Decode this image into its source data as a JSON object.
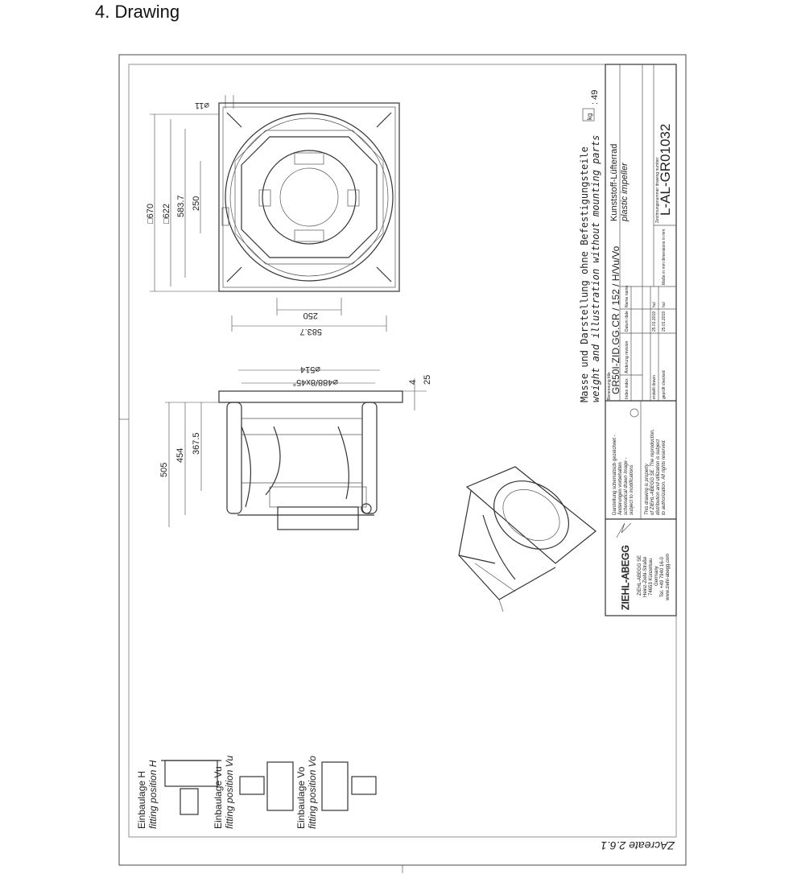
{
  "section_heading": "4. Drawing",
  "drawing": {
    "dimensions_top_view": {
      "side_outer": "□670",
      "side_inner": "□622",
      "hole_pitch": "583.7",
      "center": "250",
      "hole": "⌀11",
      "bottom_center": "250",
      "bottom_pitch": "583.7"
    },
    "dimensions_side_view": {
      "diameter_outer": "⌀514",
      "bolt_circle": "⌀488/8x45°",
      "height_total": "505",
      "height_2": "454",
      "height_3": "367.5",
      "flange": "4",
      "flange_2": "25"
    },
    "fitting_positions": [
      {
        "de": "Einbaulage H",
        "en": "fitting position H"
      },
      {
        "de": "Einbaulage Vu",
        "en": "fitting position Vu"
      },
      {
        "de": "Einbaulage Vo",
        "en": "fitting position Vo"
      }
    ],
    "footer_tool": "ZAcreate 2.6.1"
  },
  "title_block": {
    "note_de": "Masse und Darstellung ohne Befestigungsteile",
    "note_en": "weight and illustration without mounting parts",
    "weight_unit": "kg",
    "weight_value": ": 49",
    "designation_label": "Benennung title",
    "designation": "GR50I-ZID.GG.CR / 152 / H/Vu/Vo",
    "description_de": "Kunststoff-Lüfterrad",
    "description_en": "plastic impeller",
    "drawing_number_label": "Zeichnungsnummer drawing number",
    "drawing_number": "L-AL-GR01032",
    "units_label": "Maße in mm dimensions in mm",
    "revision_headers": [
      "Index index",
      "Änderung revision",
      "Datum date",
      "Name name"
    ],
    "rows": [
      {
        "label": "erstellt drawn",
        "date": "25.01.2019",
        "name": "hul"
      },
      {
        "label": "geprüft checked",
        "date": "25.01.2019",
        "name": "hul"
      }
    ],
    "schematic_note": [
      "Darstellung schematisch gezeichnet -",
      "Änderungen vorbehalten",
      "schematical drawn image -",
      "subject to modifications"
    ],
    "property_note": [
      "This drawing is property",
      "of ZIEHL-ABEGG SE. The reproduction,",
      "distribution and utilization is subject",
      "to authorization. All rights reserved."
    ],
    "company_logo": "ZIEHL-ABEGG",
    "address": [
      "ZIEHL-ABEGG SE",
      "Heinz-Ziehl-Straße",
      "74653 Künzelsau",
      "Germany",
      "Tel. +49 7940 16-0",
      "www.ziehl-abegg.com"
    ]
  }
}
